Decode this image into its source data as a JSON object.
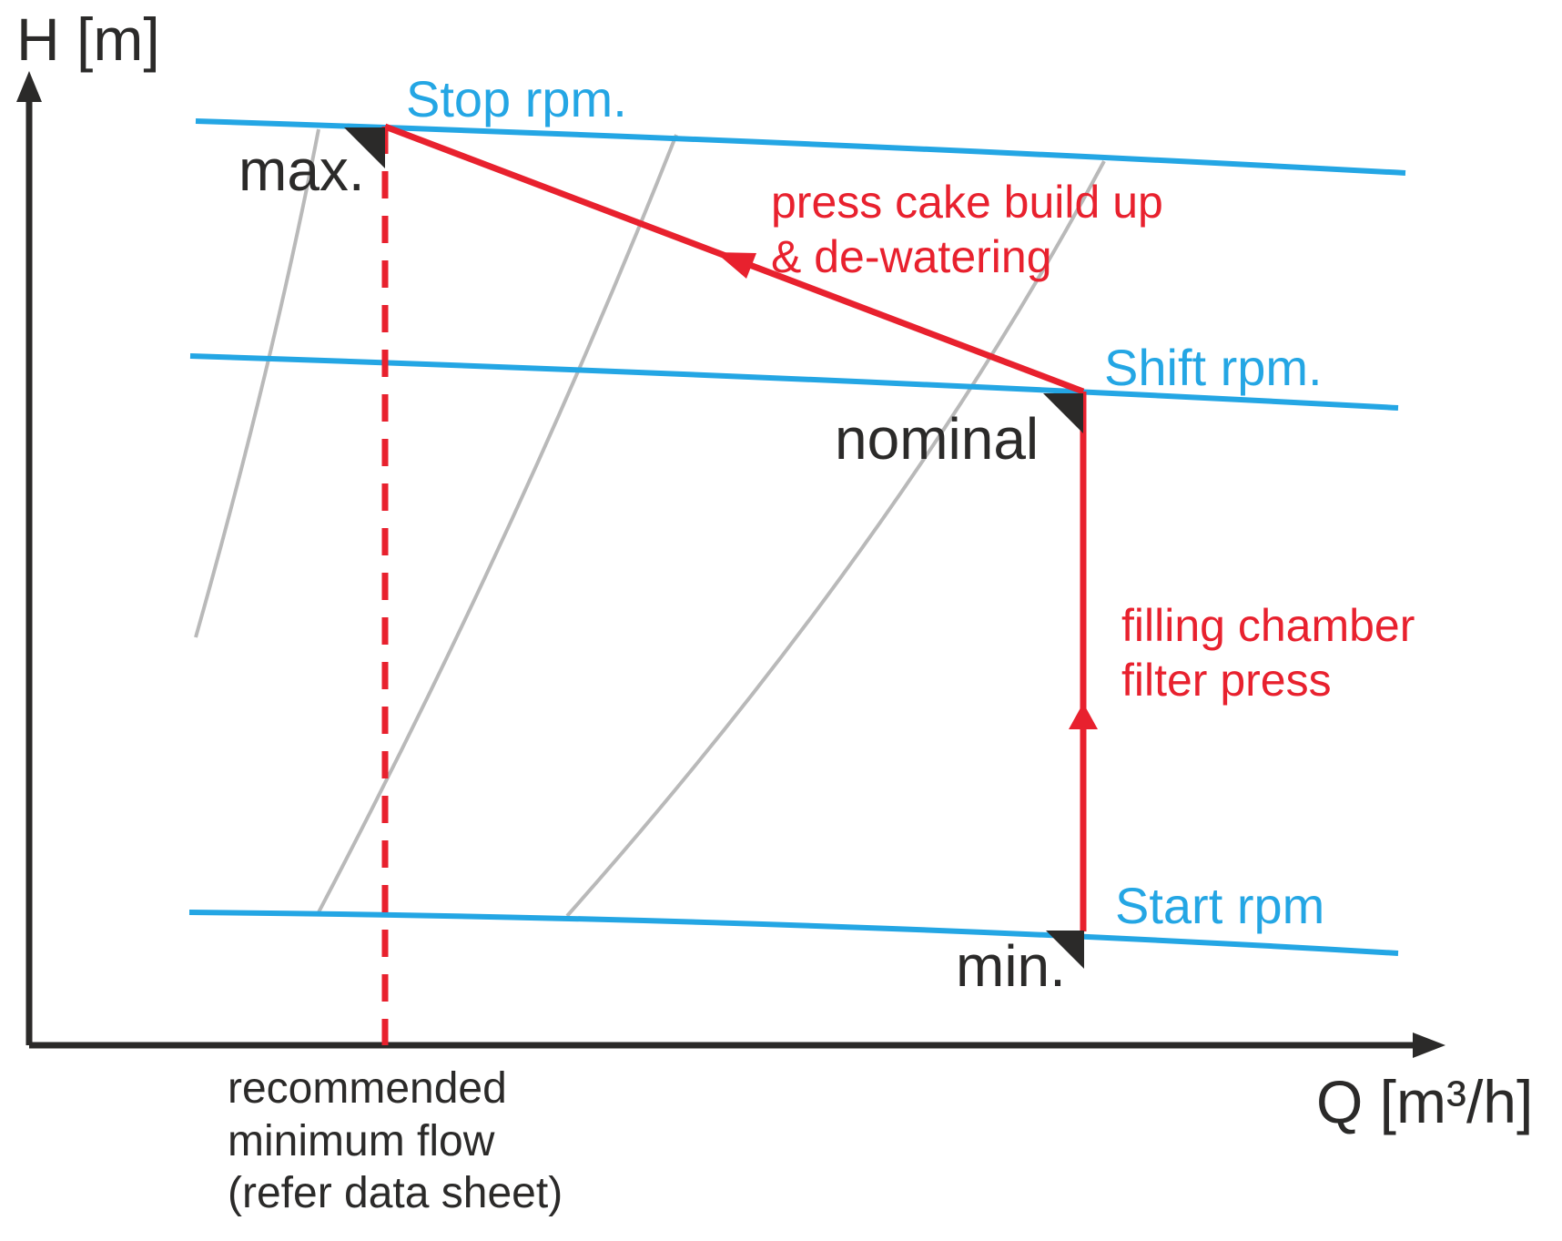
{
  "figure": {
    "background": "#ffffff",
    "colors": {
      "accent_blue": "#24a6e4",
      "accent_red": "#e8212e",
      "guide_gray": "#b9b9b9",
      "ink": "#2b2a29"
    },
    "axis": {
      "y_label": "H [m]",
      "x_label": "Q [m³/h]",
      "y_line": [
        [
          32,
          1148
        ],
        [
          32,
          108
        ]
      ],
      "x_line": [
        [
          32,
          1148
        ],
        [
          1558,
          1148
        ]
      ],
      "y_arrow": [
        [
          32,
          78
        ],
        [
          18,
          112
        ],
        [
          46,
          112
        ]
      ],
      "x_arrow": [
        [
          1588,
          1148
        ],
        [
          1552,
          1134
        ],
        [
          1552,
          1162
        ]
      ]
    },
    "rpm_curves": [
      {
        "id": "stop",
        "label": "Stop rpm.",
        "points": [
          [
            215,
            133
          ],
          [
            900,
            155
          ],
          [
            1544,
            190
          ]
        ]
      },
      {
        "id": "shift",
        "label": "Shift rpm.",
        "points": [
          [
            209,
            391
          ],
          [
            880,
            413
          ],
          [
            1536,
            448
          ]
        ]
      },
      {
        "id": "start",
        "label": "Start rpm",
        "points": [
          [
            208,
            1002
          ],
          [
            880,
            1008
          ],
          [
            1536,
            1047
          ]
        ]
      }
    ],
    "guide_curves": [
      {
        "id": "guide-1",
        "points": [
          [
            350,
            142
          ],
          [
            300,
            400
          ],
          [
            215,
            700
          ]
        ]
      },
      {
        "id": "guide-2",
        "points": [
          [
            743,
            148
          ],
          [
            574,
            575
          ],
          [
            350,
            1002
          ]
        ]
      },
      {
        "id": "guide-3",
        "points": [
          [
            1213,
            177
          ],
          [
            992,
            590
          ],
          [
            623,
            1006
          ]
        ]
      }
    ],
    "cycle": {
      "min_flow_dashed": [
        [
          423,
          139
        ],
        [
          423,
          1148
        ]
      ],
      "dewatering_line": [
        [
          423,
          139
        ],
        [
          1190,
          430
        ]
      ],
      "filling_line": [
        [
          1190,
          430
        ],
        [
          1190,
          1023
        ]
      ],
      "flow_arrows": [
        [
          [
            786,
            277
          ],
          [
            831,
            278
          ],
          [
            820,
            306
          ]
        ],
        [
          [
            1190,
            772
          ],
          [
            1174,
            801
          ],
          [
            1206,
            801
          ]
        ]
      ],
      "dewatering_label": {
        "line1": "press cake build up",
        "line2": "& de-watering"
      },
      "filling_label": {
        "line1": "filling chamber",
        "line2": "filter press"
      }
    },
    "markers": [
      {
        "id": "max",
        "label": "max.",
        "triangle": [
          [
            378,
            140
          ],
          [
            423,
            140
          ],
          [
            423,
            185
          ]
        ]
      },
      {
        "id": "nominal",
        "label": "nominal",
        "triangle": [
          [
            1146,
            432
          ],
          [
            1190,
            432
          ],
          [
            1190,
            476
          ]
        ]
      },
      {
        "id": "min",
        "label": "min.",
        "triangle": [
          [
            1149,
            1022
          ],
          [
            1191,
            1022
          ],
          [
            1191,
            1064
          ]
        ]
      }
    ],
    "note": {
      "line1": "recommended",
      "line2": "minimum flow",
      "line3": "(refer data sheet)"
    }
  }
}
